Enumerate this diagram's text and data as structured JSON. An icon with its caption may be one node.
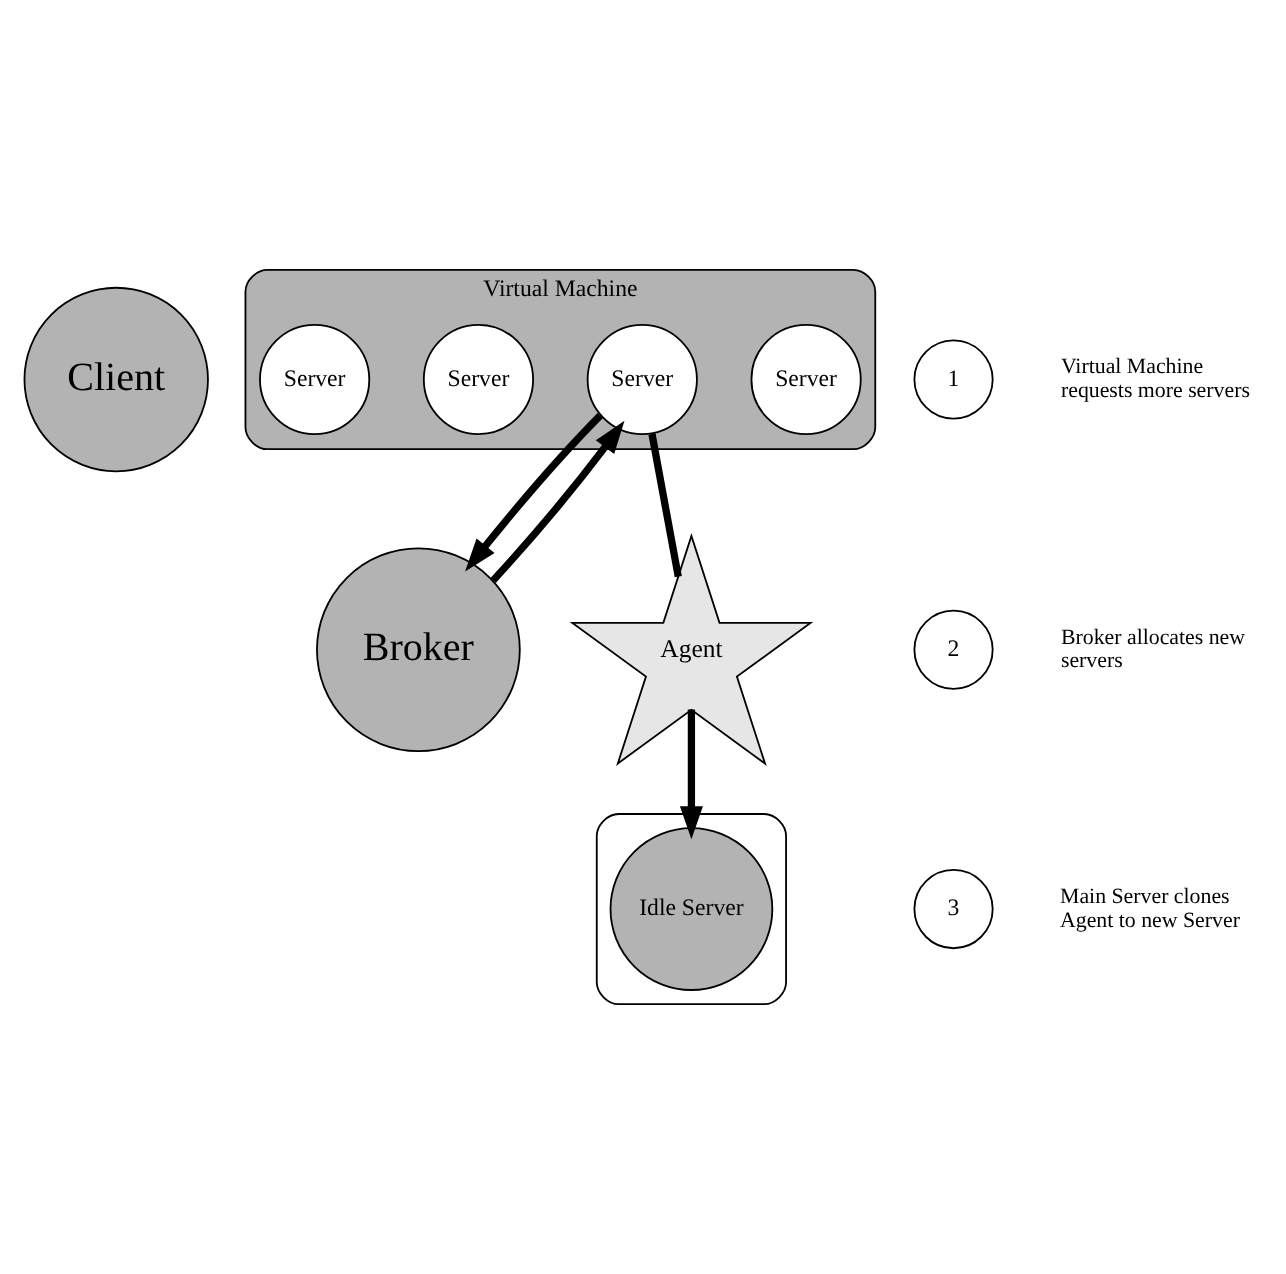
{
  "diagram": {
    "nodes": [
      {
        "text": [
          "Client"
        ]
      },
      {
        "text": [
          "Virtual Machine"
        ]
      },
      {
        "text": [
          "Server"
        ],
        "in": 1
      },
      {
        "text": [
          "Server"
        ],
        "in": 1
      },
      {
        "text": [
          "Server"
        ],
        "in": 1
      },
      {
        "text": [
          "Server"
        ],
        "in": 1
      },
      {
        "text": [
          "1"
        ],
        "beside": [
          "Virtual Machine requests more servers"
        ]
      },
      {
        "text": [
          "Broker"
        ]
      },
      {
        "text": [
          "2"
        ],
        "beside": [
          "Broker allocates new servers"
        ]
      },
      {
        "text": [
          "Agent"
        ]
      },
      {
        "text": [],
        "shape": "cloud"
      },
      {
        "text": [
          "Idle Server"
        ],
        "in": 10
      },
      {
        "text": [
          "3"
        ],
        "beside": [
          "Main Server clones Agent to new Server"
        ]
      }
    ],
    "edges": [
      {
        "from": 3,
        "to": 7,
        "arrow": "to"
      },
      {
        "from": 7,
        "to": 3,
        "arrow": "to"
      },
      {
        "from": 3,
        "to": 9,
        "arrow": "none"
      },
      {
        "from": 9,
        "to": 11,
        "arrow": "to"
      }
    ]
  }
}
